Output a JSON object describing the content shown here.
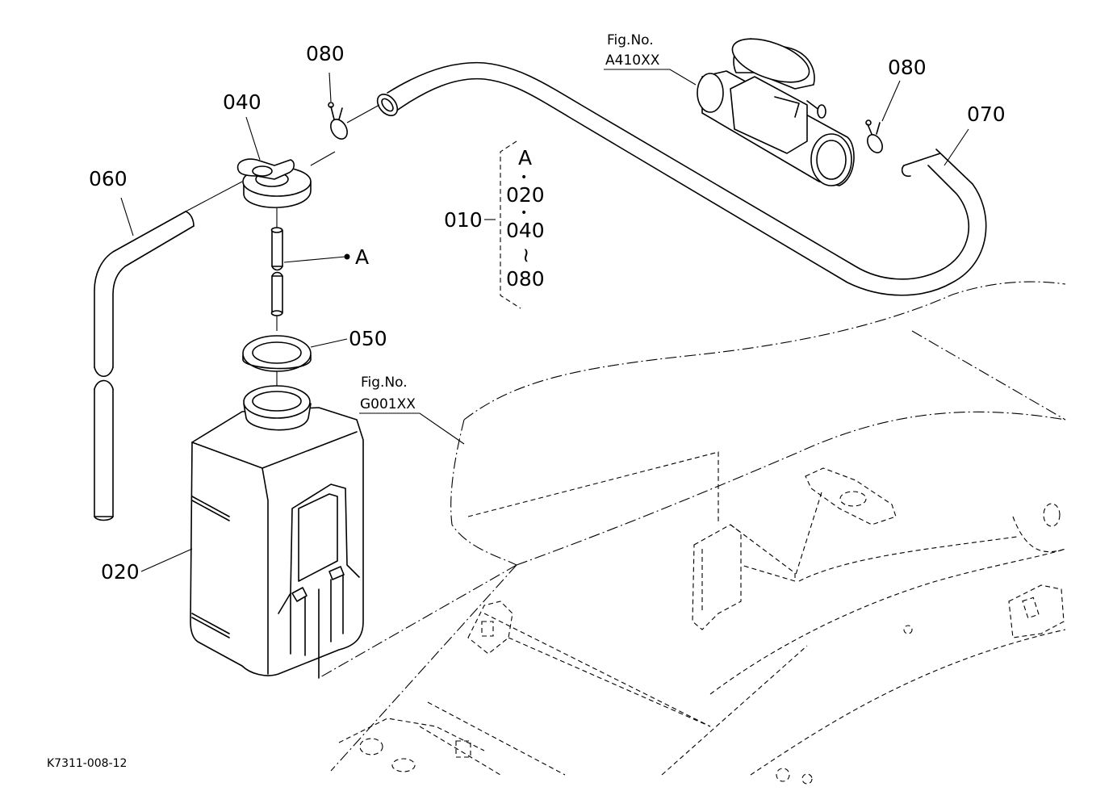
{
  "parts": {
    "p010": "010",
    "p020": "020",
    "p040": "040",
    "p050": "050",
    "p060": "060",
    "p070": "070",
    "p080a": "080",
    "p080b": "080"
  },
  "ref_a": "A",
  "group": {
    "a": "A",
    "sep1": "•",
    "i1": "020",
    "sep2": "•",
    "i2": "040",
    "sep3": "~",
    "i3": "080"
  },
  "fig_refs": [
    {
      "label": "Fig.No.",
      "number": "A410XX"
    },
    {
      "label": "Fig.No.",
      "number": "G001XX"
    }
  ],
  "drawing_code": "K7311-008-12"
}
